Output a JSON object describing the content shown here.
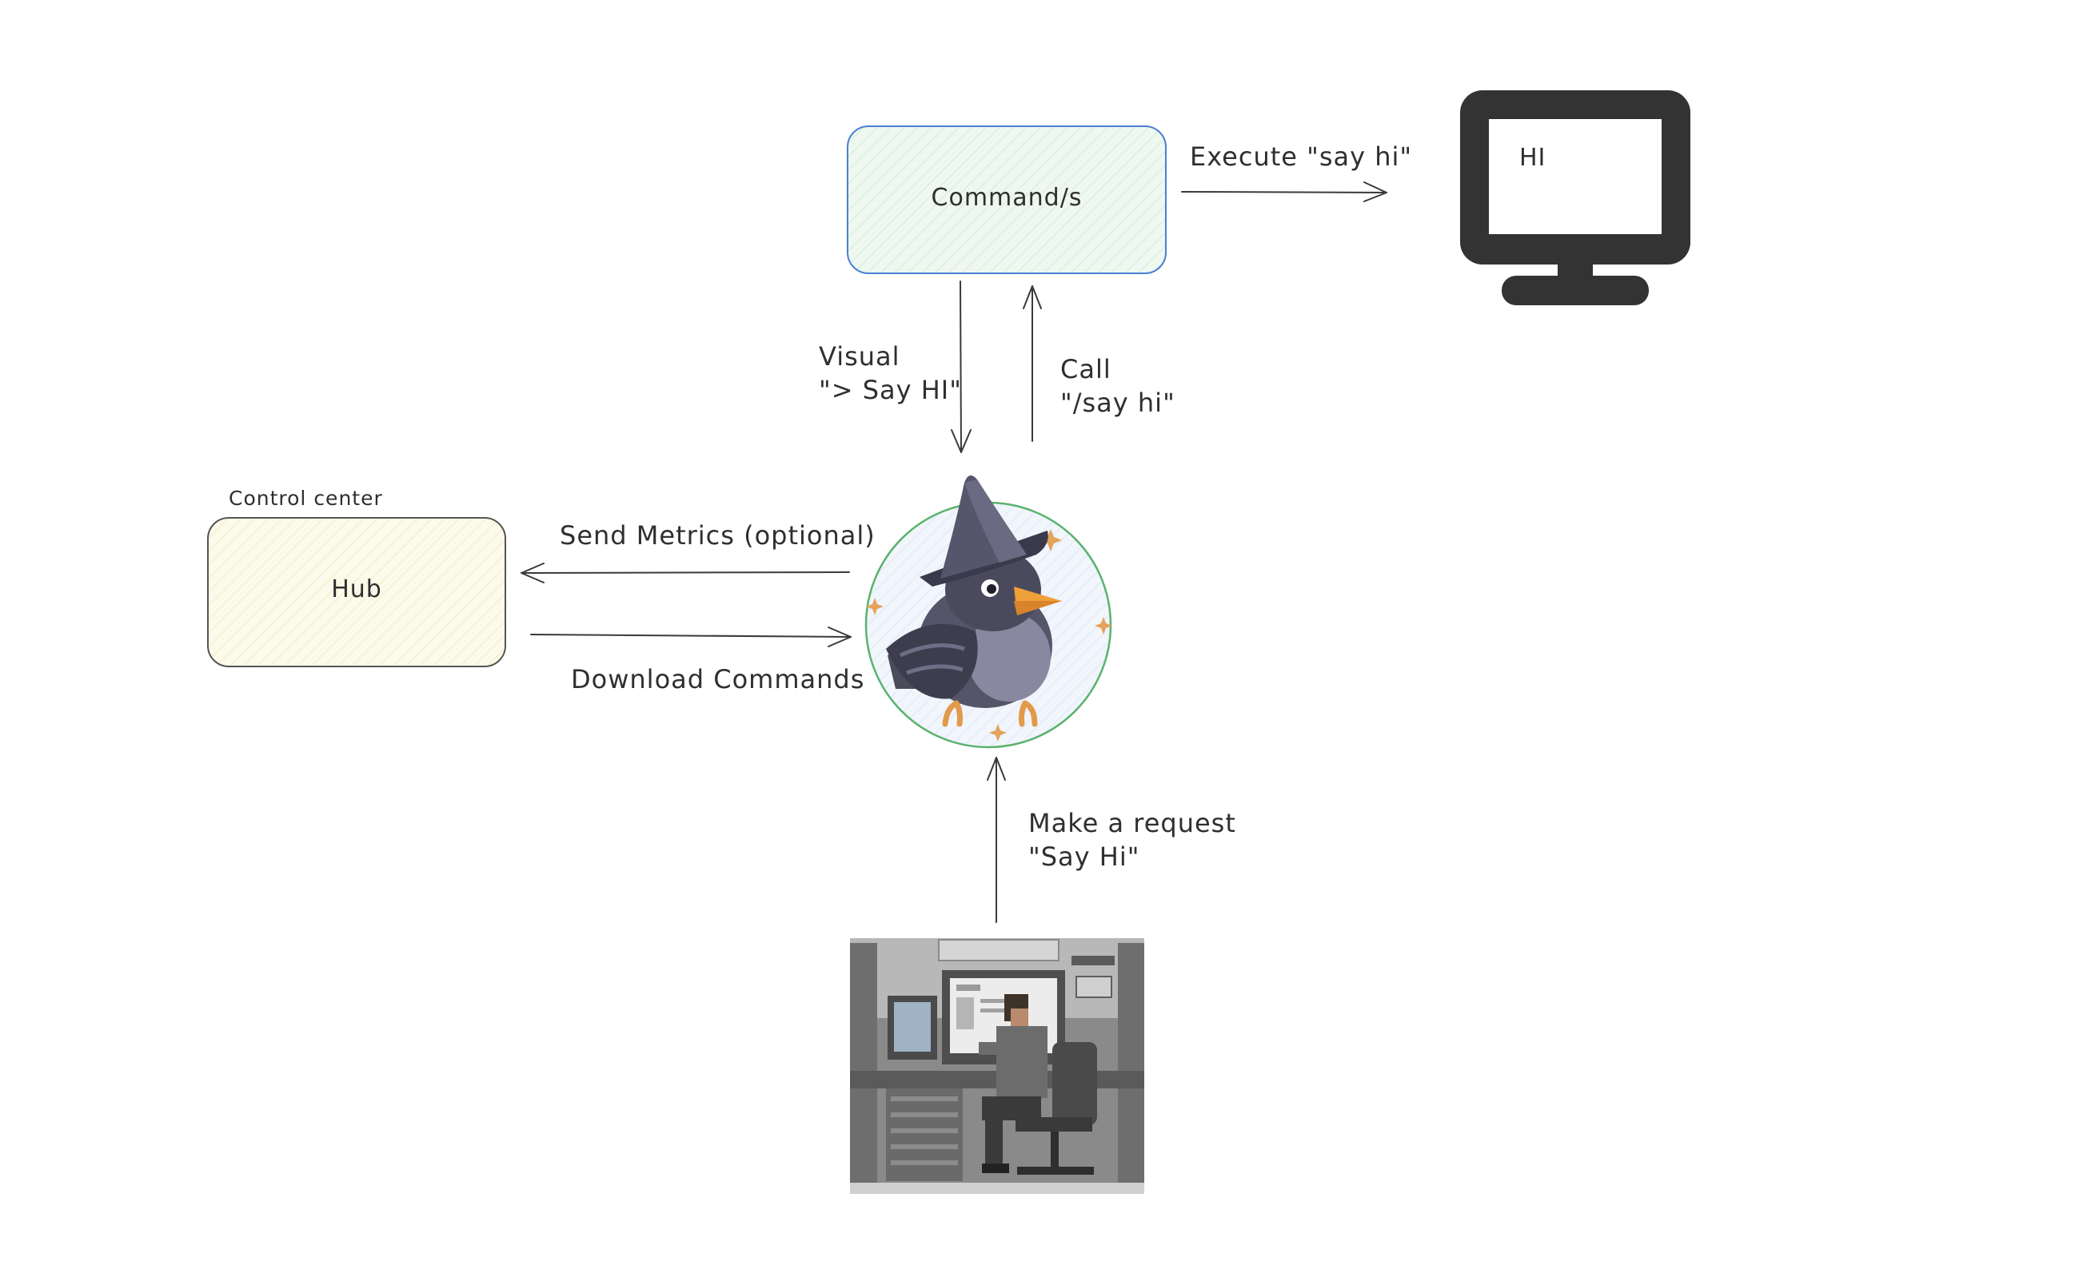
{
  "nodes": {
    "commands": {
      "label": "Command/s",
      "fill": "#e9f7ee",
      "stroke": "#4a7fd4"
    },
    "hub": {
      "label": "Hub",
      "caption": "Control center",
      "fill": "#fbf8e4",
      "stroke": "#555555"
    },
    "monitor": {
      "screen_text": "HI",
      "color": "#333333"
    },
    "bot": {
      "icon": "wizard-crow-icon",
      "stroke": "#59b36b",
      "fill": "#eef3fb"
    },
    "user": {
      "icon": "person-at-computer-icon"
    }
  },
  "edges": {
    "execute": "Execute \"say hi\"",
    "visual": "Visual\n\"> Say HI\"",
    "call": "Call\n\"/say hi\"",
    "send_metrics": "Send Metrics (optional)",
    "download_commands": "Download Commands",
    "make_request": "Make a request\n\"Say Hi\""
  }
}
